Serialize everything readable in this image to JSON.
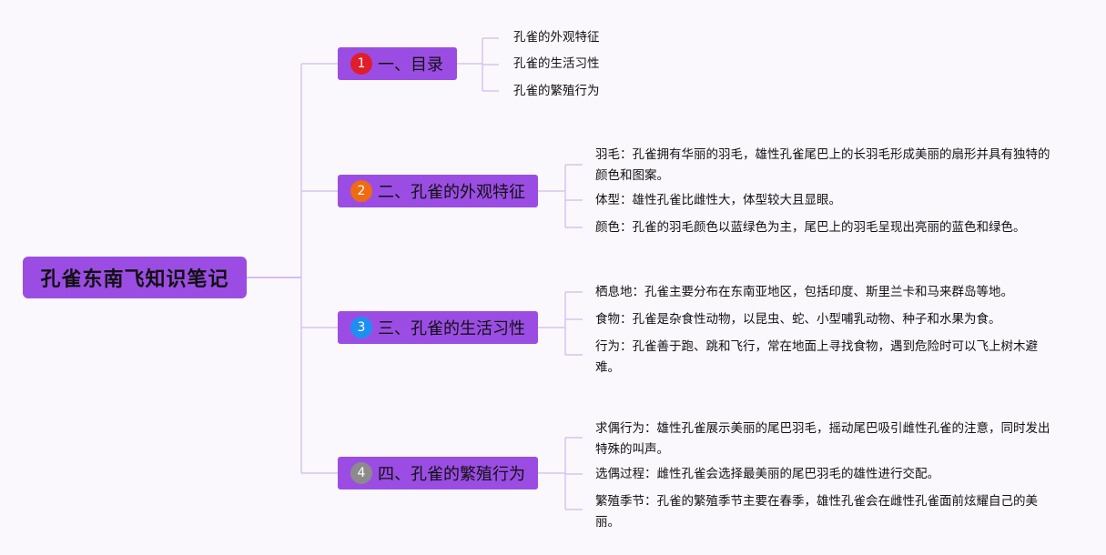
{
  "colors": {
    "background": "#fbf8fd",
    "node_fill": "#9b4de3",
    "connector": "#d7c4ec",
    "root_connector": "#c9a7ea",
    "badge_red": "#e01d2a",
    "badge_orange": "#f06a12",
    "badge_blue": "#1e8ff0",
    "badge_gray": "#8b8b8b"
  },
  "root": {
    "label": "孔雀东南飞知识笔记"
  },
  "branches": [
    {
      "number": "1",
      "badge_color": "#e01d2a",
      "label": "一、目录",
      "leaves": [
        "孔雀的外观特征",
        "孔雀的生活习性",
        "孔雀的繁殖行为"
      ]
    },
    {
      "number": "2",
      "badge_color": "#f06a12",
      "label": "二、孔雀的外观特征",
      "leaves": [
        "羽毛：孔雀拥有华丽的羽毛，雄性孔雀尾巴上的长羽毛形成美丽的扇形并具有独特的颜色和图案。",
        "体型：雄性孔雀比雌性大，体型较大且显眼。",
        "颜色：孔雀的羽毛颜色以蓝绿色为主，尾巴上的羽毛呈现出亮丽的蓝色和绿色。"
      ]
    },
    {
      "number": "3",
      "badge_color": "#1e8ff0",
      "label": "三、孔雀的生活习性",
      "leaves": [
        "栖息地：孔雀主要分布在东南亚地区，包括印度、斯里兰卡和马来群岛等地。",
        "食物：孔雀是杂食性动物，以昆虫、蛇、小型哺乳动物、种子和水果为食。",
        "行为：孔雀善于跑、跳和飞行，常在地面上寻找食物，遇到危险时可以飞上树木避难。"
      ]
    },
    {
      "number": "4",
      "badge_color": "#8b8b8b",
      "label": "四、孔雀的繁殖行为",
      "leaves": [
        "求偶行为：雄性孔雀展示美丽的尾巴羽毛，摇动尾巴吸引雌性孔雀的注意，同时发出特殊的叫声。",
        "选偶过程：雌性孔雀会选择最美丽的尾巴羽毛的雄性进行交配。",
        "繁殖季节：孔雀的繁殖季节主要在春季，雄性孔雀会在雌性孔雀面前炫耀自己的美丽。"
      ]
    }
  ]
}
